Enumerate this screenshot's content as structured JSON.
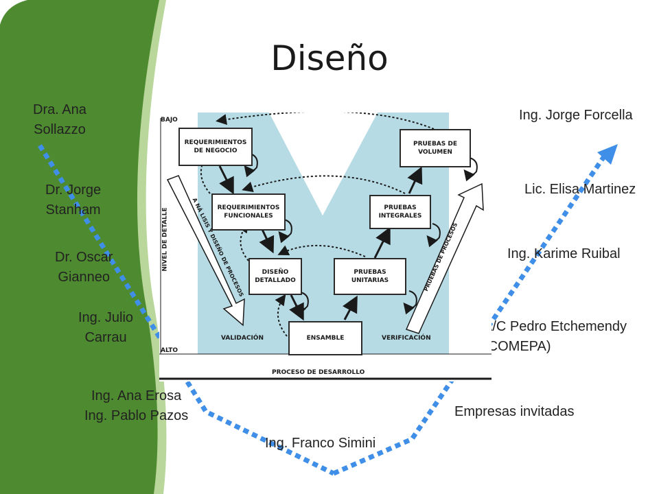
{
  "slide": {
    "title": "Diseño",
    "colors": {
      "green_band": "#4e8a2f",
      "light_green": "#b9d79a",
      "arrow_blue": "#3f8ee8",
      "diagram_fill": "#b6dbe4"
    }
  },
  "left_names": [
    {
      "line1": "Dra. Ana",
      "line2": "Sollazzo"
    },
    {
      "line1": "Dr. Jorge",
      "line2": "Stanham"
    },
    {
      "line1": "Dr. Oscar",
      "line2": "Gianneo"
    },
    {
      "line1": "Ing. Julio",
      "line2": "Carrau"
    },
    {
      "line1": "Ing. Ana Erosa",
      "line2": "Ing. Pablo Pazos"
    }
  ],
  "bottom_name": "Ing. Franco Simini",
  "right_names": [
    {
      "line1": "Ing. Jorge Forcella"
    },
    {
      "line1": "Lic. Elisa Martinez"
    },
    {
      "line1": "Ing. Karime Ruibal"
    },
    {
      "line1": "A/C Pedro Etchemendy",
      "line2": "(COMEPA)"
    },
    {
      "line1": "Empresas invitadas"
    }
  ],
  "diagram": {
    "bajo": "BAJO",
    "alto": "ALTO",
    "nivel_detalle": "NIVEL DE DETALLE",
    "proceso": "PROCESO DE DESARROLLO",
    "validacion": "VALIDACIÓN",
    "verificacion": "VERIFICACIÓN",
    "analisis": "A NÁ LISIS Y DISEÑO DE PROCESOS",
    "pruebas_procesos": "PRUEBAS DE PROCESOS",
    "boxes": {
      "req_negocio": "REQUERIMIENTOS DE NEGOCIO",
      "req_funcionales": "REQUERIMIENTOS FUNCIONALES",
      "diseno_detallado": "DISEÑO DETALLADO",
      "ensamble": "ENSAMBLE",
      "pruebas_unitarias": "PRUEBAS UNITARIAS",
      "pruebas_integrales": "PRUEBAS INTEGRALES",
      "pruebas_volumen": "PRUEBAS DE VOLUMEN"
    }
  }
}
